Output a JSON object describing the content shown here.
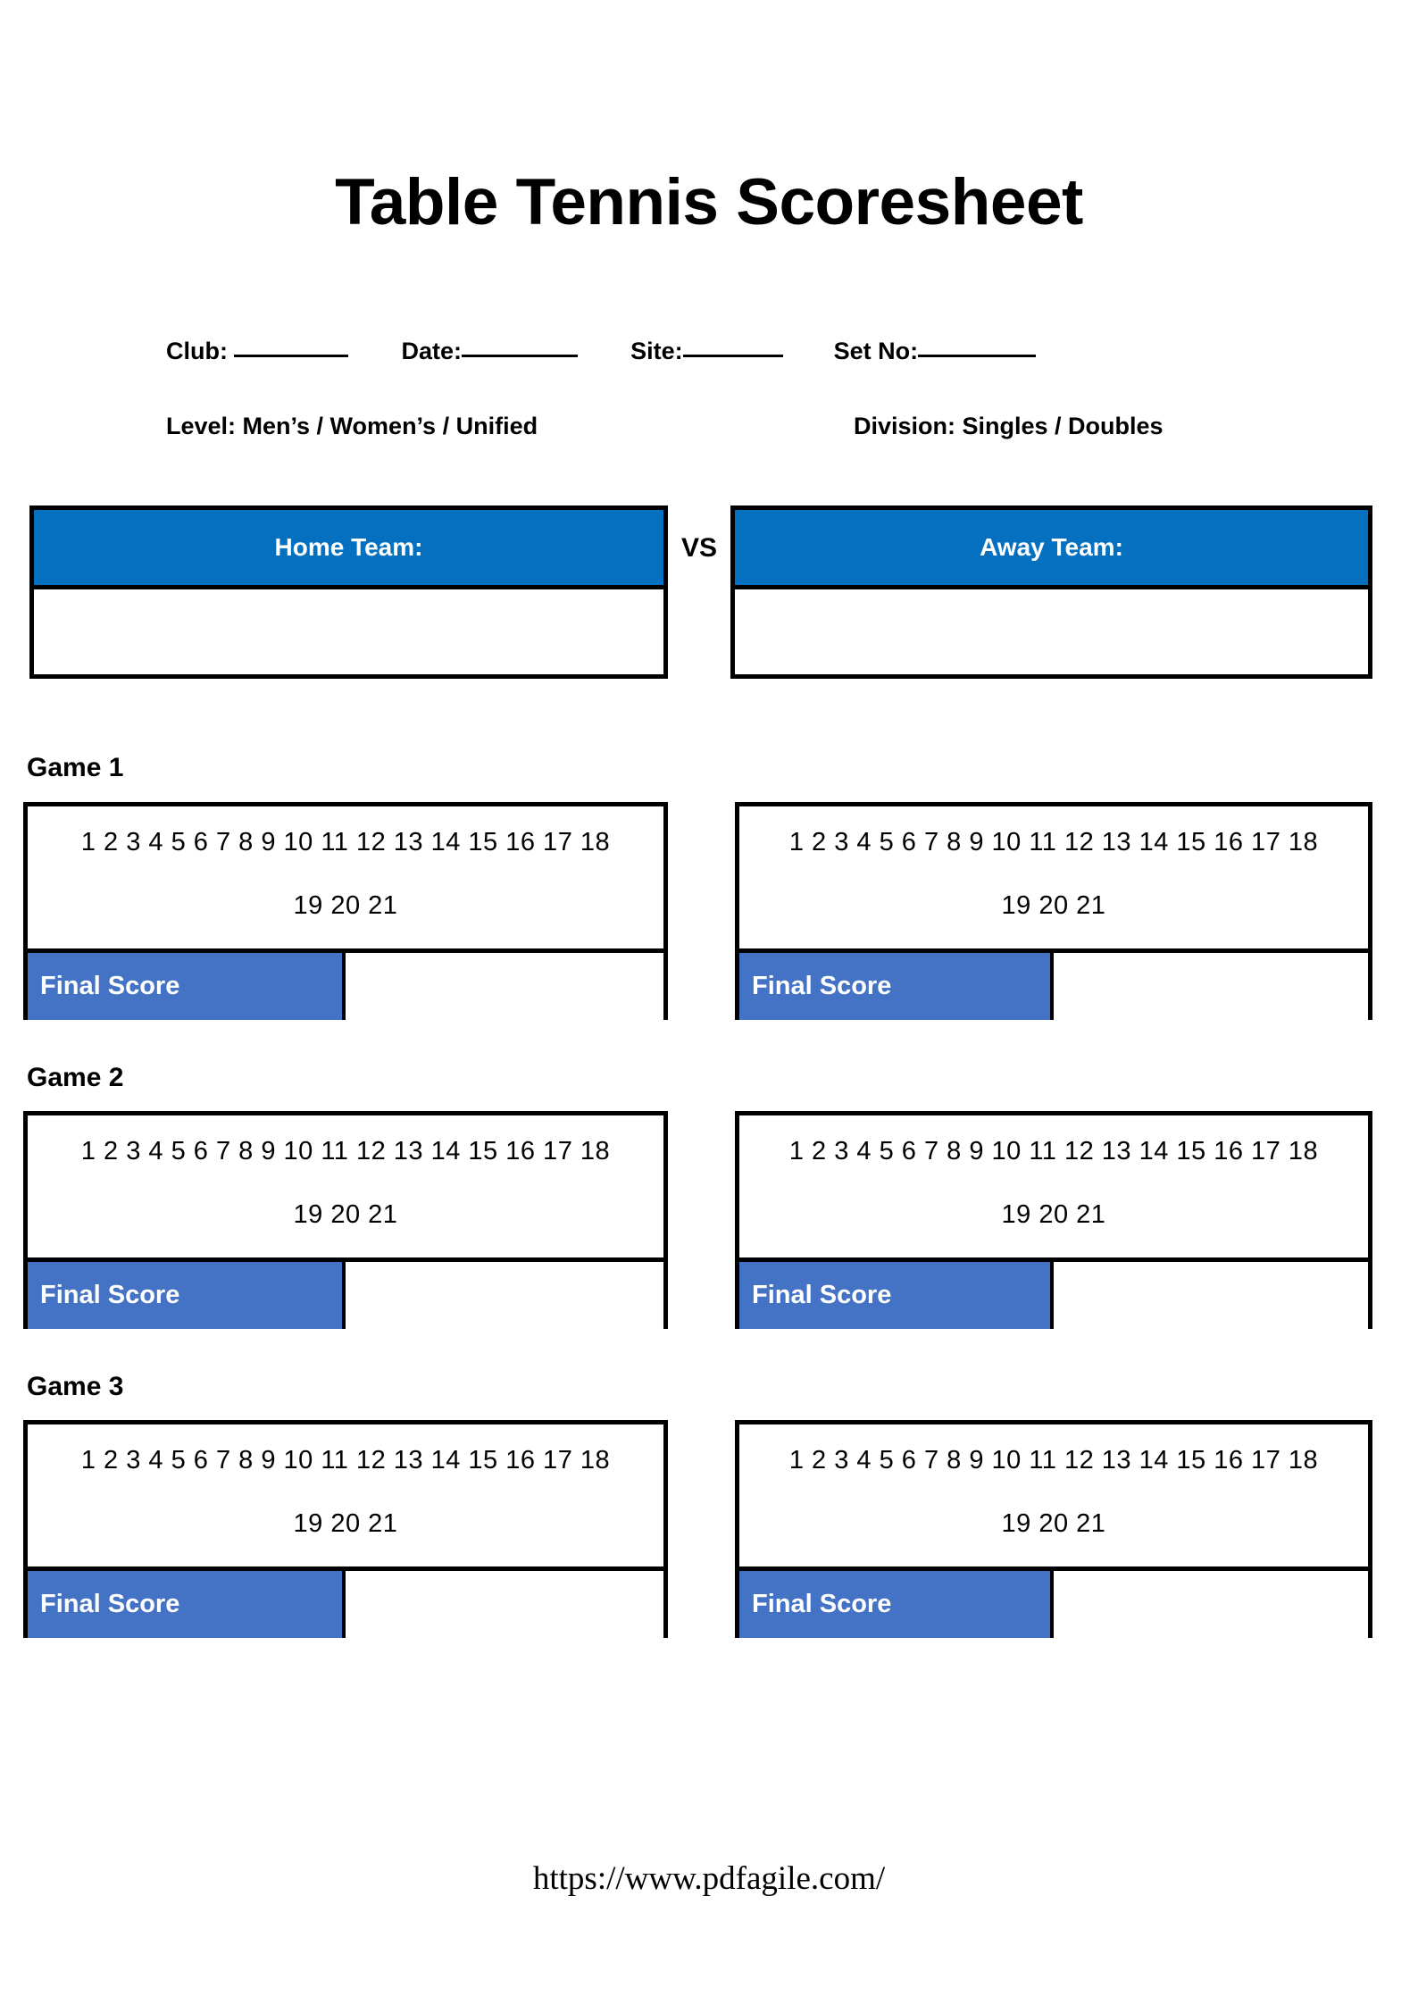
{
  "document": {
    "title": "Table Tennis Scoresheet"
  },
  "header": {
    "fields": [
      {
        "label": "Club: ",
        "blank": "__________"
      },
      {
        "label": "Date:",
        "blank": "__________"
      },
      {
        "label": "Site:",
        "blank": "_________"
      },
      {
        "label": "Set No:",
        "blank": "__________"
      }
    ],
    "level": "Level: Men’s / Women’s / Unified",
    "division": "Division: Singles / Doubles"
  },
  "match": {
    "home_team_label": "Home Team:",
    "away_team_label": "Away Team:",
    "vs_label": "VS",
    "home_team_value": "",
    "away_team_value": ""
  },
  "games": [
    {
      "label": "Game 1",
      "home": {
        "numbers_line1": "1 2 3 4 5 6 7 8 9 10 11 12 13 14 15 16 17 18",
        "numbers_line2": "19 20 21",
        "final_score_label": "Final Score",
        "final_score_value": ""
      },
      "away": {
        "numbers_line1": "1 2 3 4 5 6 7 8 9 10 11 12 13 14 15 16 17 18",
        "numbers_line2": "19 20 21",
        "final_score_label": "Final Score",
        "final_score_value": ""
      }
    },
    {
      "label": "Game 2",
      "home": {
        "numbers_line1": "1 2 3 4 5 6 7 8 9 10 11 12 13 14 15 16 17 18",
        "numbers_line2": "19 20 21",
        "final_score_label": "Final Score",
        "final_score_value": ""
      },
      "away": {
        "numbers_line1": "1 2 3 4 5 6 7 8 9 10 11 12 13 14 15 16 17 18",
        "numbers_line2": "19 20 21",
        "final_score_label": "Final Score",
        "final_score_value": ""
      }
    },
    {
      "label": "Game 3",
      "home": {
        "numbers_line1": "1 2 3 4 5 6 7 8 9 10 11 12 13 14 15 16 17 18",
        "numbers_line2": "19 20 21",
        "final_score_label": "Final Score",
        "final_score_value": ""
      },
      "away": {
        "numbers_line1": "1 2 3 4 5 6 7 8 9 10 11 12 13 14 15 16 17 18",
        "numbers_line2": "19 20 21",
        "final_score_label": "Final Score",
        "final_score_value": ""
      }
    }
  ],
  "footer": {
    "url": "https://www.pdfagile.com/"
  },
  "colors": {
    "team_header_blue": "#0570C0",
    "final_score_blue": "#4472C4",
    "border_black": "#000000",
    "text_white": "#FFFFFF",
    "page_background": "#FFFFFF"
  }
}
